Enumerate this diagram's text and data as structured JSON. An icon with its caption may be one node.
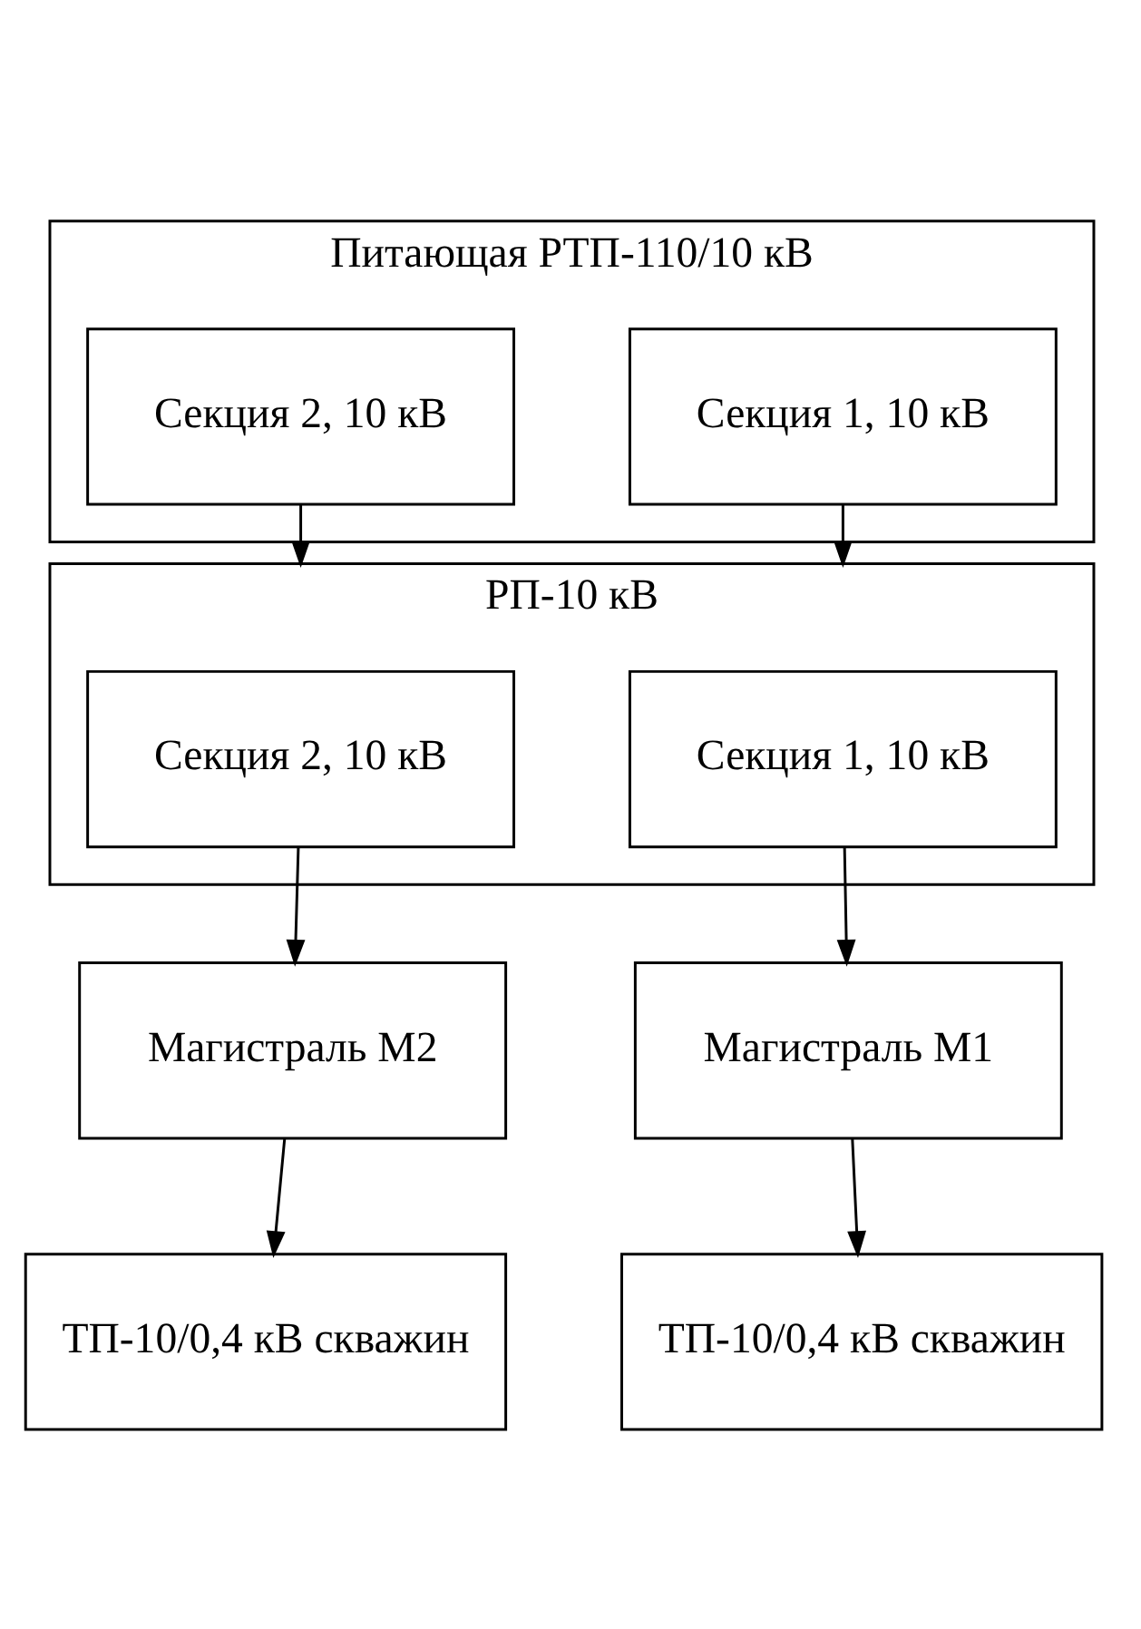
{
  "diagram": {
    "nodes": [
      {
        "text": [
          "Питающая РТП-110/10 кВ"
        ]
      },
      {
        "text": [
          "Секция 1, 10 кВ"
        ],
        "in": 0
      },
      {
        "text": [
          "Секция 2, 10 кВ"
        ],
        "in": 0
      },
      {
        "text": [
          "РП-10 кВ"
        ]
      },
      {
        "text": [
          "Секция 1, 10 кВ"
        ],
        "in": 3
      },
      {
        "text": [
          "Секция 2, 10 кВ"
        ],
        "in": 3
      },
      {
        "text": [
          "Магистраль М1"
        ]
      },
      {
        "text": [
          "Магистраль М2"
        ]
      },
      {
        "text": [
          "ТП-10/0,4 кВ скважин"
        ]
      },
      {
        "text": [
          "ТП-10/0,4 кВ скважин"
        ]
      }
    ],
    "edges": [
      {
        "from": 1,
        "to": 3,
        "arrow": "to"
      },
      {
        "from": 2,
        "to": 3,
        "arrow": "to"
      },
      {
        "from": 4,
        "to": 6,
        "arrow": "to"
      },
      {
        "from": 5,
        "to": 7,
        "arrow": "to"
      },
      {
        "from": 6,
        "to": 8,
        "arrow": "to"
      },
      {
        "from": 7,
        "to": 9,
        "arrow": "to"
      }
    ]
  }
}
